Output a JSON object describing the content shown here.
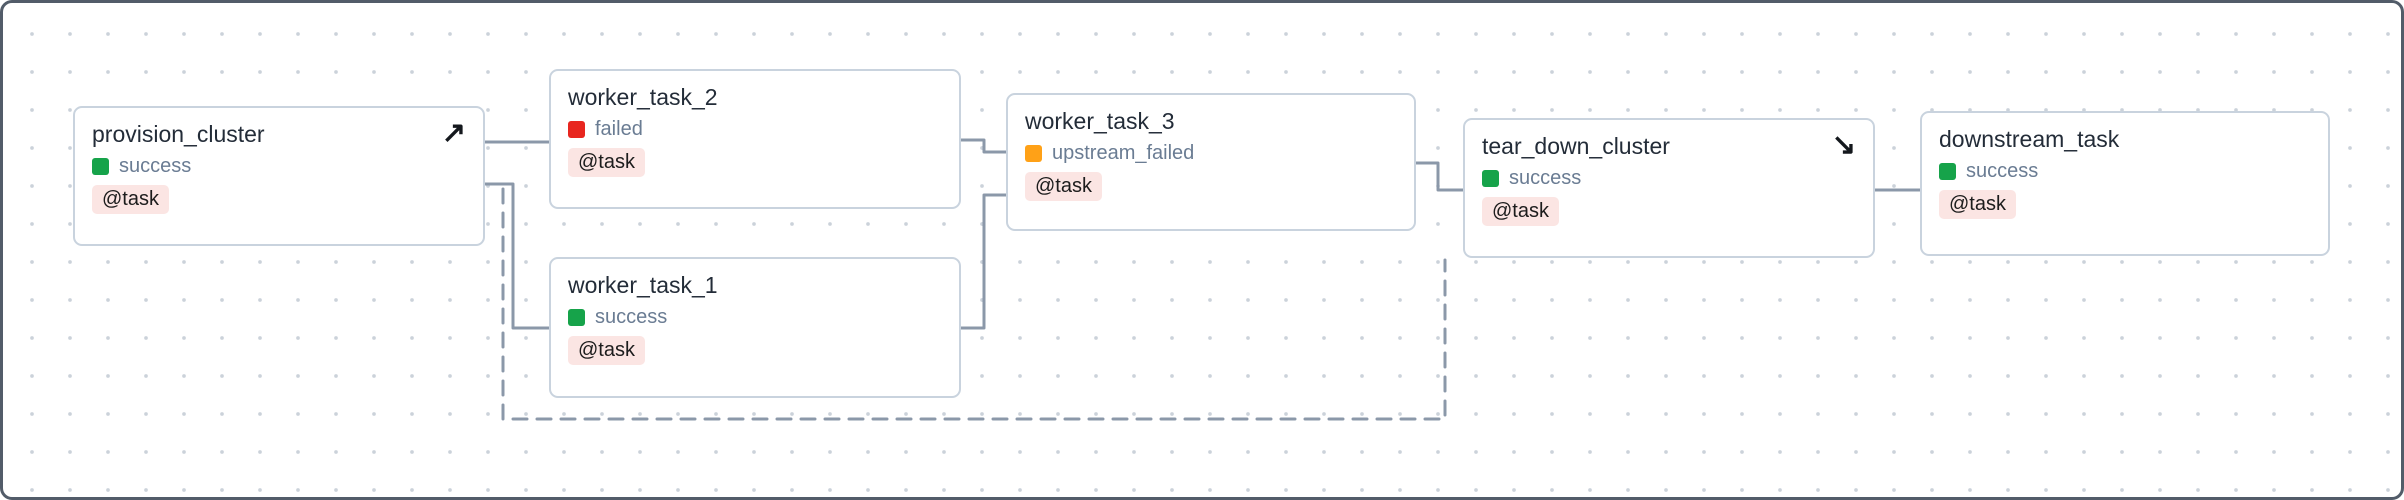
{
  "graph": {
    "nodes": [
      {
        "title": "provision_cluster",
        "status": "success",
        "status_color": "#16a34a",
        "badge": "@task",
        "decorator_icon": "↗",
        "decorator": "setup"
      },
      {
        "title": "worker_task_2",
        "status": "failed",
        "status_color": "#e8261f",
        "badge": "@task"
      },
      {
        "title": "worker_task_1",
        "status": "success",
        "status_color": "#16a34a",
        "badge": "@task"
      },
      {
        "title": "worker_task_3",
        "status": "upstream_failed",
        "status_color": "#ffa117",
        "badge": "@task"
      },
      {
        "title": "tear_down_cluster",
        "status": "success",
        "status_color": "#16a34a",
        "badge": "@task",
        "decorator_icon": "↘",
        "decorator": "teardown"
      },
      {
        "title": "downstream_task",
        "status": "success",
        "status_color": "#16a34a",
        "badge": "@task"
      }
    ],
    "edges": [
      {
        "from": "provision_cluster",
        "to": "worker_task_2",
        "style": "solid"
      },
      {
        "from": "provision_cluster",
        "to": "worker_task_1",
        "style": "solid"
      },
      {
        "from": "worker_task_2",
        "to": "worker_task_3",
        "style": "solid"
      },
      {
        "from": "worker_task_1",
        "to": "worker_task_3",
        "style": "solid"
      },
      {
        "from": "worker_task_3",
        "to": "tear_down_cluster",
        "style": "solid"
      },
      {
        "from": "tear_down_cluster",
        "to": "downstream_task",
        "style": "solid"
      },
      {
        "from": "provision_cluster",
        "to": "tear_down_cluster",
        "style": "dashed"
      }
    ],
    "colors": {
      "edge": "#8b98a9",
      "node_border": "#c9d3de",
      "status_text": "#6a7c93",
      "badge_bg": "#fbe5e3",
      "success": "#16a34a",
      "failed": "#e8261f",
      "upstream_failed": "#ffa117",
      "frame_border": "#525c69",
      "grid_dot": "#cbd2da"
    }
  }
}
